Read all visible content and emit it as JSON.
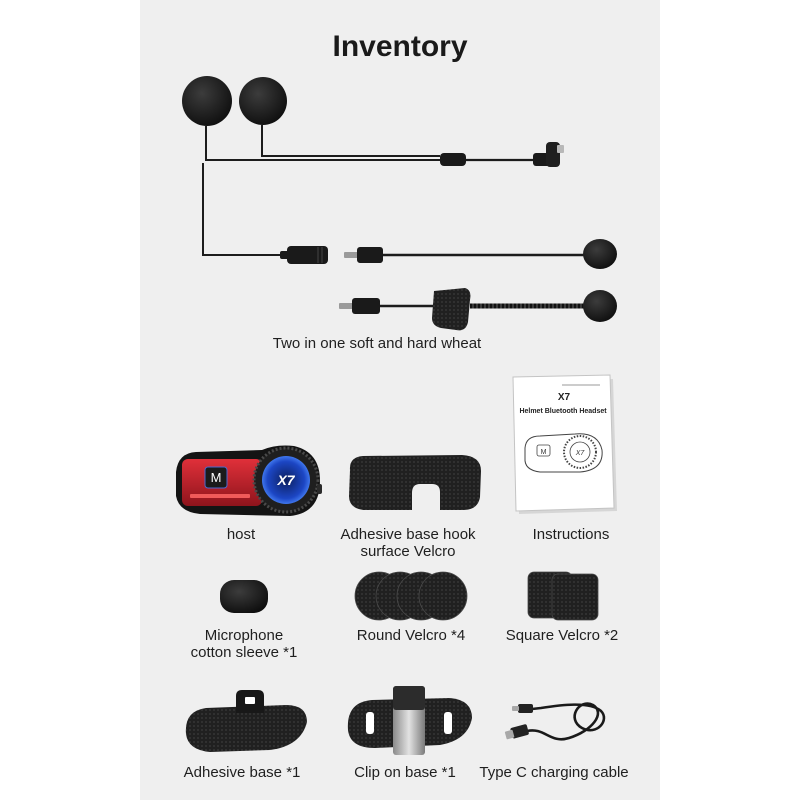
{
  "title": "Inventory",
  "cable_assembly": {
    "caption": "Two in one soft and hard wheat"
  },
  "items": {
    "host": {
      "label": "host",
      "button_letter": "M",
      "dial_logo": "X7"
    },
    "hook_velcro": {
      "label_line1": "Adhesive base hook",
      "label_line2": "surface Velcro"
    },
    "instructions": {
      "label": "Instructions",
      "booklet_model": "X7",
      "booklet_title": "Helmet Bluetooth Headset",
      "diagram_button_letter": "M",
      "diagram_logo": "X7"
    },
    "mic_sleeve": {
      "label_line1": "Microphone",
      "label_line2": "cotton sleeve *1"
    },
    "round_velcro": {
      "label": "Round Velcro *4"
    },
    "square_velcro": {
      "label": "Square Velcro *2"
    },
    "adhesive_base": {
      "label": "Adhesive base *1"
    },
    "clip_base": {
      "label": "Clip on base *1"
    },
    "charging_cable": {
      "label": "Type C charging cable"
    }
  },
  "colors": {
    "page_background": "#ffffff",
    "panel_background": "#efefef",
    "text": "#1f1f1f",
    "host_red": "#c8202c",
    "dial_blue": "#2a63e8",
    "foam": "#151515"
  }
}
